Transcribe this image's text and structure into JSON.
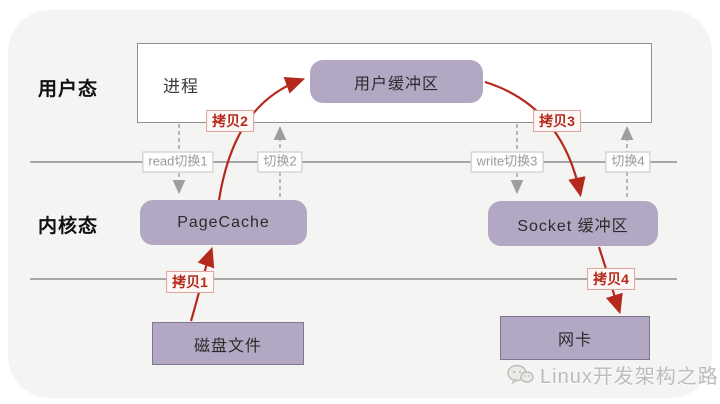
{
  "diagram": {
    "zones": {
      "user_mode": "用户态",
      "kernel_mode": "内核态"
    },
    "nodes": {
      "process": "进程",
      "user_buffer": "用户缓冲区",
      "page_cache": "PageCache",
      "socket_buffer": "Socket 缓冲区",
      "disk_file": "磁盘文件",
      "nic": "网卡"
    },
    "copy_labels": [
      "拷贝1",
      "拷贝2",
      "拷贝3",
      "拷贝4"
    ],
    "switch_labels": [
      "read切换1",
      "切换2",
      "write切换3",
      "切换4"
    ],
    "colors": {
      "node_fill": "#b3a8c3",
      "arrow_red": "#b5291c",
      "dashed_gray": "#a8a8a8",
      "boundary_line": "#8d8d8d",
      "card_bg": "#f4f4f2"
    }
  },
  "watermark": {
    "icon": "wechat-icon",
    "text": "Linux开发架构之路"
  }
}
